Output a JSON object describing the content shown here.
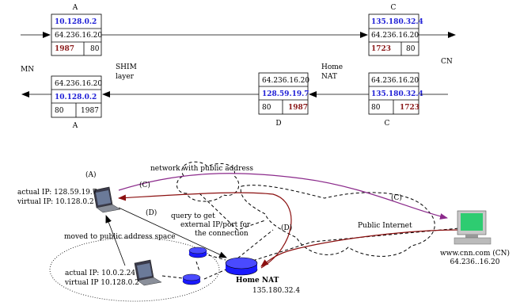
{
  "packets": {
    "top_left": {
      "label": "A",
      "rows": [
        "10.128.0.2",
        "64.236.16.20"
      ],
      "cells": [
        "1987",
        "80"
      ]
    },
    "top_right": {
      "label": "C",
      "rows": [
        "135.180.32.4",
        "64.236.16.20"
      ],
      "cells": [
        "1723",
        "80"
      ]
    },
    "bottom_left": {
      "label": "A",
      "rows": [
        "64.236.16.20",
        "10.128.0.2"
      ],
      "cells": [
        "80",
        "1987"
      ]
    },
    "bottom_mid": {
      "label": "D",
      "rows": [
        "64.236.16.20",
        "128.59.19.7"
      ],
      "cells": [
        "80",
        "1987"
      ]
    },
    "bottom_right": {
      "label": "C",
      "rows": [
        "64.236.16.20",
        "135.180.32.4"
      ],
      "cells": [
        "80",
        "1723"
      ]
    }
  },
  "labels": {
    "mn": "MN",
    "shim_1": "SHIM",
    "shim_2": "layer",
    "home_nat_1": "Home",
    "home_nat_2": "NAT",
    "cn": "CN",
    "network_public": "network with public address",
    "mark_a": "(A)",
    "mark_c_left": "(C)",
    "mark_c_right": "(C)",
    "mark_d_left": "(D)",
    "mark_d_right": "(D)",
    "actual_ip": "actual IP: 128.59.19.7",
    "virtual_ip": "virtual IP: 10.128.0.2",
    "query_1": "query to get",
    "query_2": "external IP/port for",
    "query_3": "the connection",
    "moved": "moved to public address space",
    "public_internet": "Public Internet",
    "private_actual": "actual IP: 10.0.2.24",
    "private_virtual": "virtual IP 10.128.0.2",
    "home_nat": "Home NAT",
    "home_nat_ip": "135.180.32.4",
    "cnn_1": "www.cnn.com (CN)",
    "cnn_2": "64.236..16.20"
  },
  "colors": {
    "blue_text": "#1f1fd6",
    "red_text": "#8b1a1a",
    "path_c": "#8b2a8b",
    "path_d": "#8b1010",
    "router": "#1a1aff"
  },
  "icons": [
    "laptop-icon",
    "router-icon",
    "desktop-computer-icon"
  ]
}
